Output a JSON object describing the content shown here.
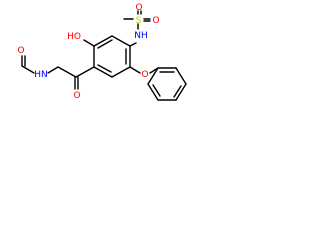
{
  "molecule": {
    "atoms": {
      "O_sulfonyl_top": "O",
      "S": "S",
      "O_sulfonyl_right": "O",
      "NH_sulfonamide": "NH",
      "HO_phenol": "HO",
      "O_aldehyde": "O",
      "HN_amide": "HN",
      "O_ketone": "O",
      "O_ether": "O"
    },
    "colors": {
      "oxygen": "#ff0000",
      "nitrogen": "#0000ff",
      "sulfur": "#cccc00",
      "carbon": "#000000"
    }
  }
}
